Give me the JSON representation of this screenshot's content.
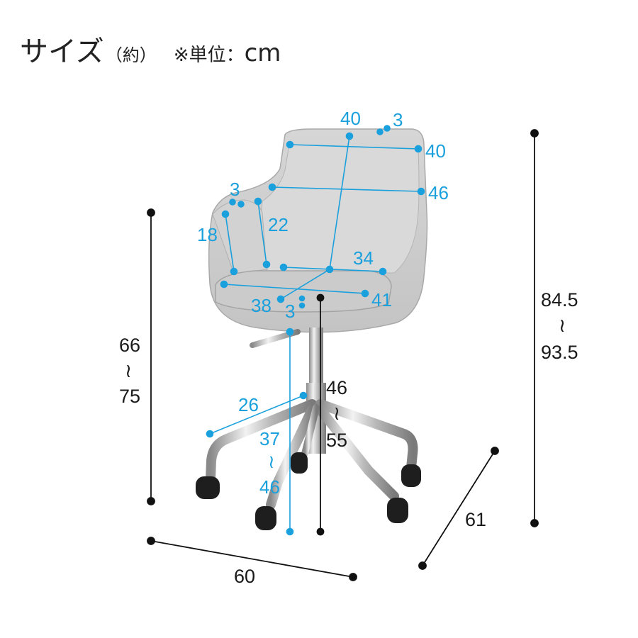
{
  "title": {
    "main": "サイズ",
    "approx": "（約）",
    "unit_prefix": "※単位：",
    "unit": "cm"
  },
  "colors": {
    "accent": "#1aa0dc",
    "black_dim": "#111111",
    "fabric": "#cfcfcf",
    "chrome": "#bdbdbd"
  },
  "overall": {
    "width": "60",
    "depth": "61",
    "height_min": "84.5",
    "height_max": "93.5",
    "arm_height_min": "66",
    "arm_height_max": "75",
    "range_mark": "≀"
  },
  "detail": {
    "back_top_width": "40",
    "back_top_thickness": "3",
    "back_inner_width": "40",
    "back_lower_width": "46",
    "arm_thickness": "3",
    "arm_outer_height": "18",
    "arm_inner_height": "22",
    "seat_depth": "34",
    "seat_width_rear": "41",
    "seat_width_front": "38",
    "seat_cushion_thickness": "3",
    "seat_height_min": "46",
    "seat_height_max": "55",
    "base_leg_length": "26",
    "seat_front_height_min": "37",
    "seat_front_height_max": "46"
  }
}
